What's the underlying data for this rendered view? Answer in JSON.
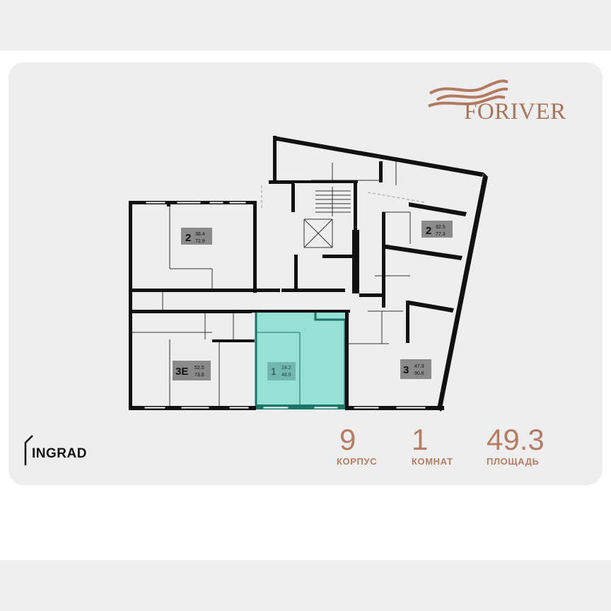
{
  "brand": {
    "name": "FORIVER",
    "developer": "INGRAD",
    "accent_color": "#b57d63"
  },
  "stats": [
    {
      "value": "9",
      "label": "КОРПУС"
    },
    {
      "value": "1",
      "label": "КОМНАТ"
    },
    {
      "value": "49.3",
      "label": "ПЛОЩАДЬ"
    }
  ],
  "apartments": [
    {
      "rooms": "2",
      "living": "38.4",
      "total": "72.9"
    },
    {
      "rooms": "2",
      "living": "32.5",
      "total": "77.3"
    },
    {
      "rooms": "3E",
      "living": "52.0",
      "total": "73.8"
    },
    {
      "rooms": "1",
      "living": "18.2",
      "total": "48.9",
      "highlighted": true
    },
    {
      "rooms": "3",
      "living": "47.9",
      "total": "90.6"
    }
  ],
  "colors": {
    "highlight_fill": "#97e0d6",
    "highlight_stroke": "#1a7569",
    "wall": "#111111",
    "badge": "#8a8a8a"
  }
}
